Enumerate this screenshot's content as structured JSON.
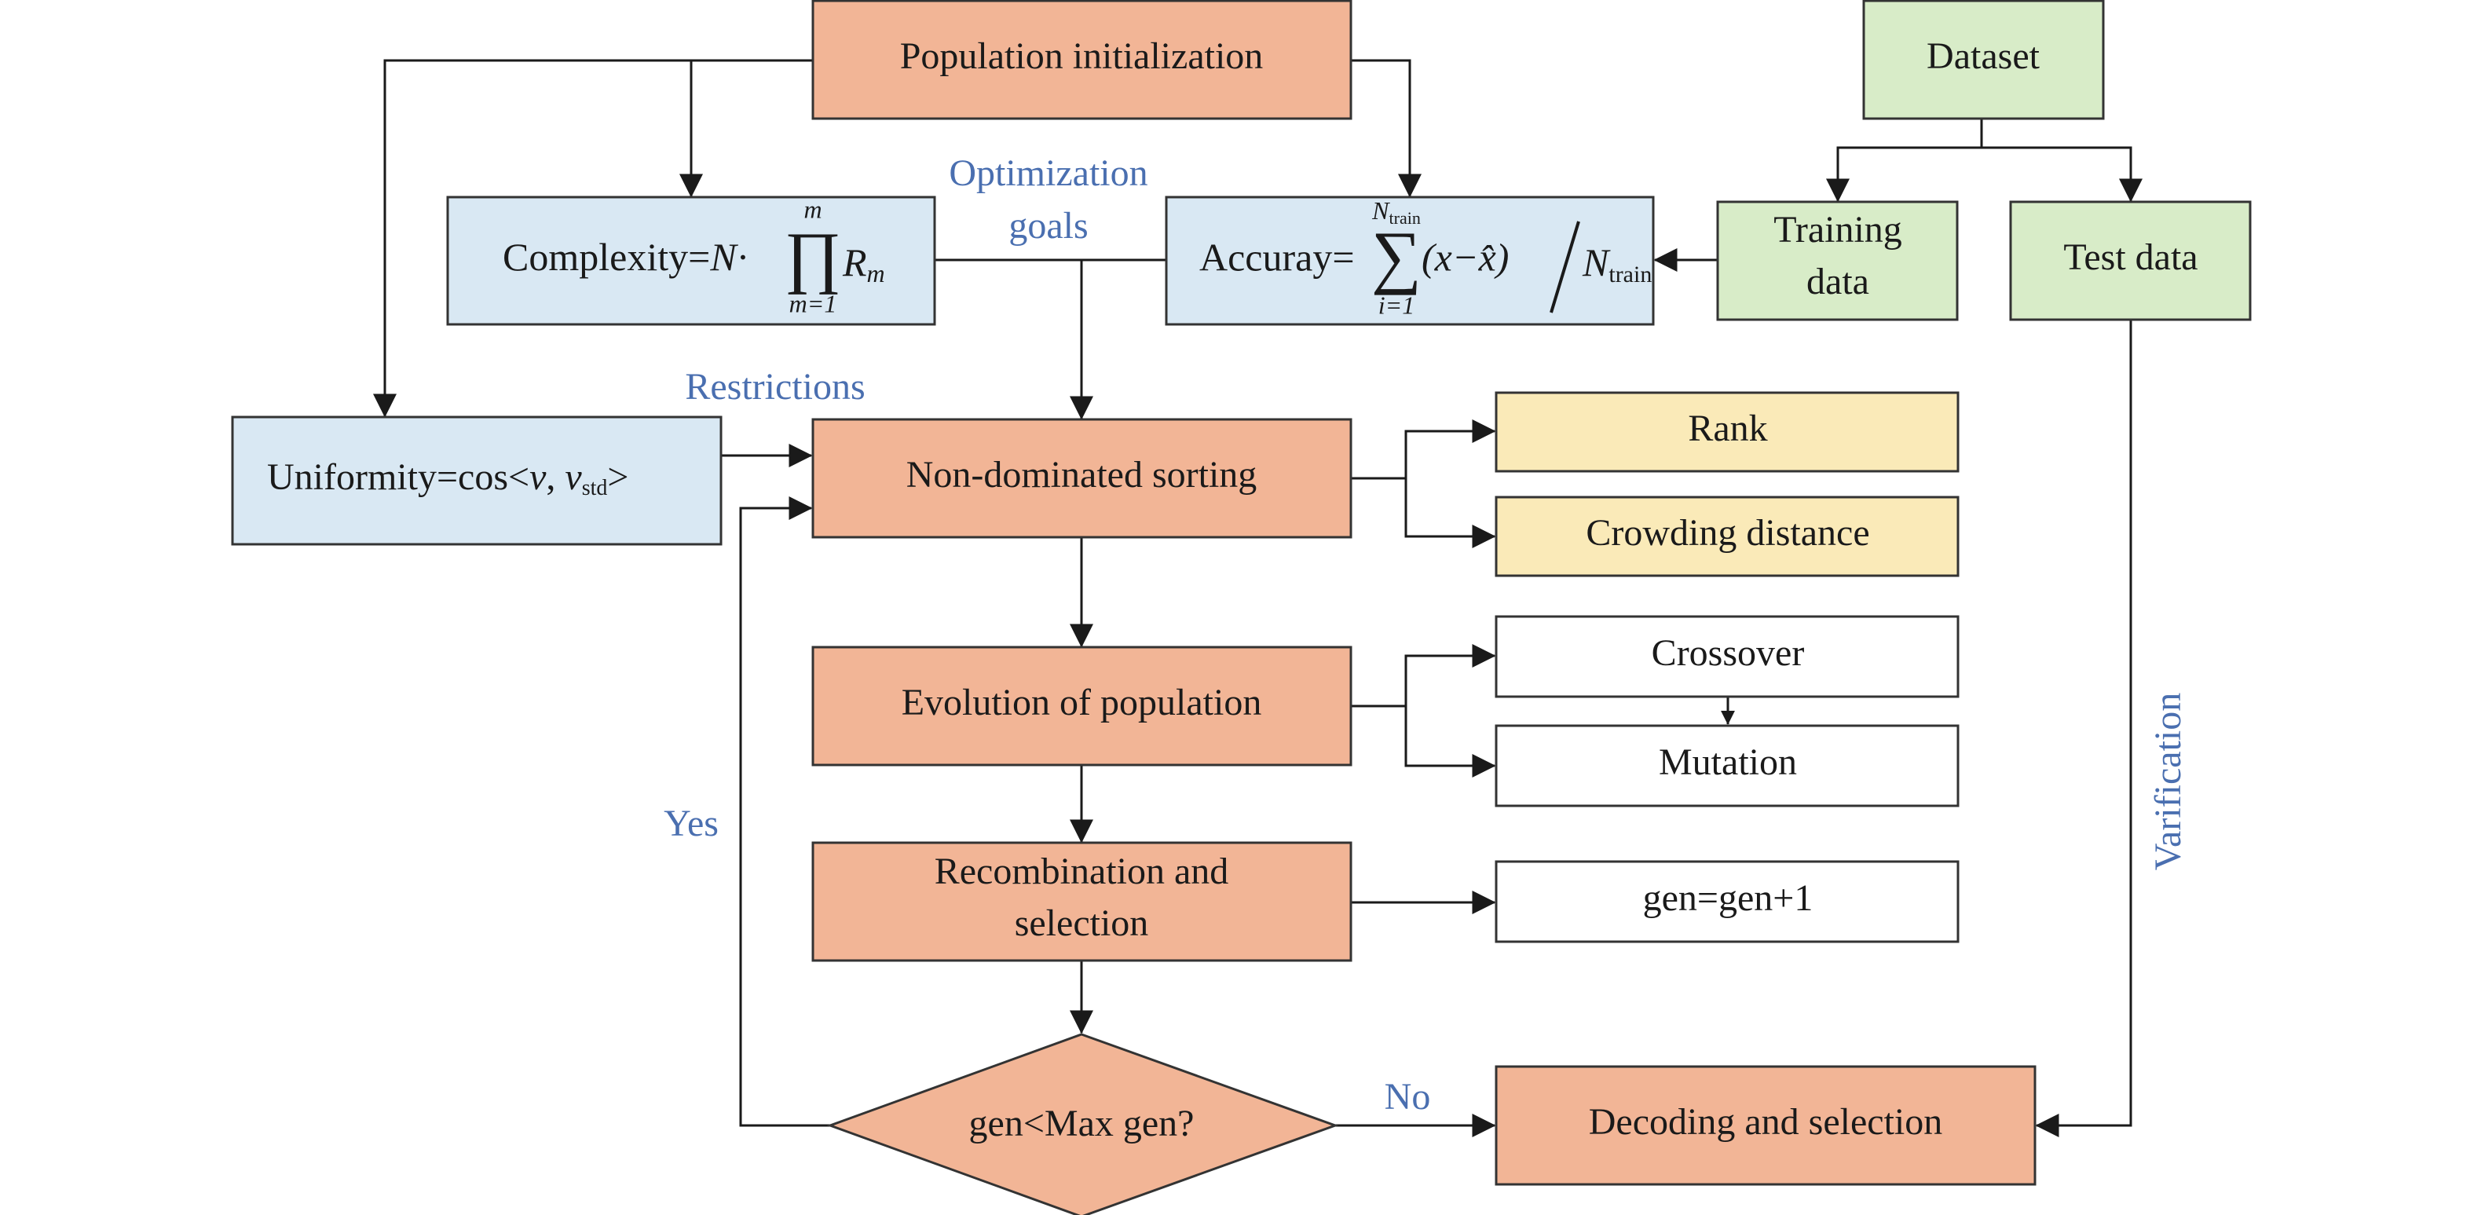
{
  "colors": {
    "orange": "#f2b596",
    "blue": "#d9e8f3",
    "green": "#d8ecc8",
    "yellow": "#faeab8",
    "white": "#ffffff",
    "stroke": "#333333",
    "label_blue": "#4a6fb0"
  },
  "nodes": {
    "population_init": "Population initialization",
    "dataset": "Dataset",
    "complexity": {
      "prefix": "Complexity=",
      "N": "N",
      "dot": "·",
      "prod": "∏",
      "upper": "m",
      "lower": "m=1",
      "R": "R",
      "Rsub": "m"
    },
    "accuracy": {
      "prefix": "Accuray=",
      "sum": "∑",
      "upper": "N",
      "upper_sub": "train",
      "lower": "i=1",
      "body": "(x−x̂)",
      "slash": "/",
      "N": "N",
      "Nsub": "train"
    },
    "training_data": [
      "Training",
      "data"
    ],
    "test_data": "Test data",
    "uniformity": {
      "prefix": "Uniformity=cos<",
      "v": "v",
      "comma": ", ",
      "v2": "v",
      "sub": "std",
      "suffix": ">"
    },
    "non_dominated": "Non-dominated sorting",
    "rank": "Rank",
    "crowding": "Crowding distance",
    "evolution": "Evolution of population",
    "crossover": "Crossover",
    "mutation": "Mutation",
    "recombination": [
      "Recombination and",
      "selection"
    ],
    "gen_increment": "gen=gen+1",
    "decision": "gen<Max gen?",
    "decoding": "Decoding and selection"
  },
  "labels": {
    "optimization_goals": [
      "Optimization",
      "goals"
    ],
    "restrictions": "Restrictions",
    "yes": "Yes",
    "no": "No",
    "verification": "Varification"
  }
}
